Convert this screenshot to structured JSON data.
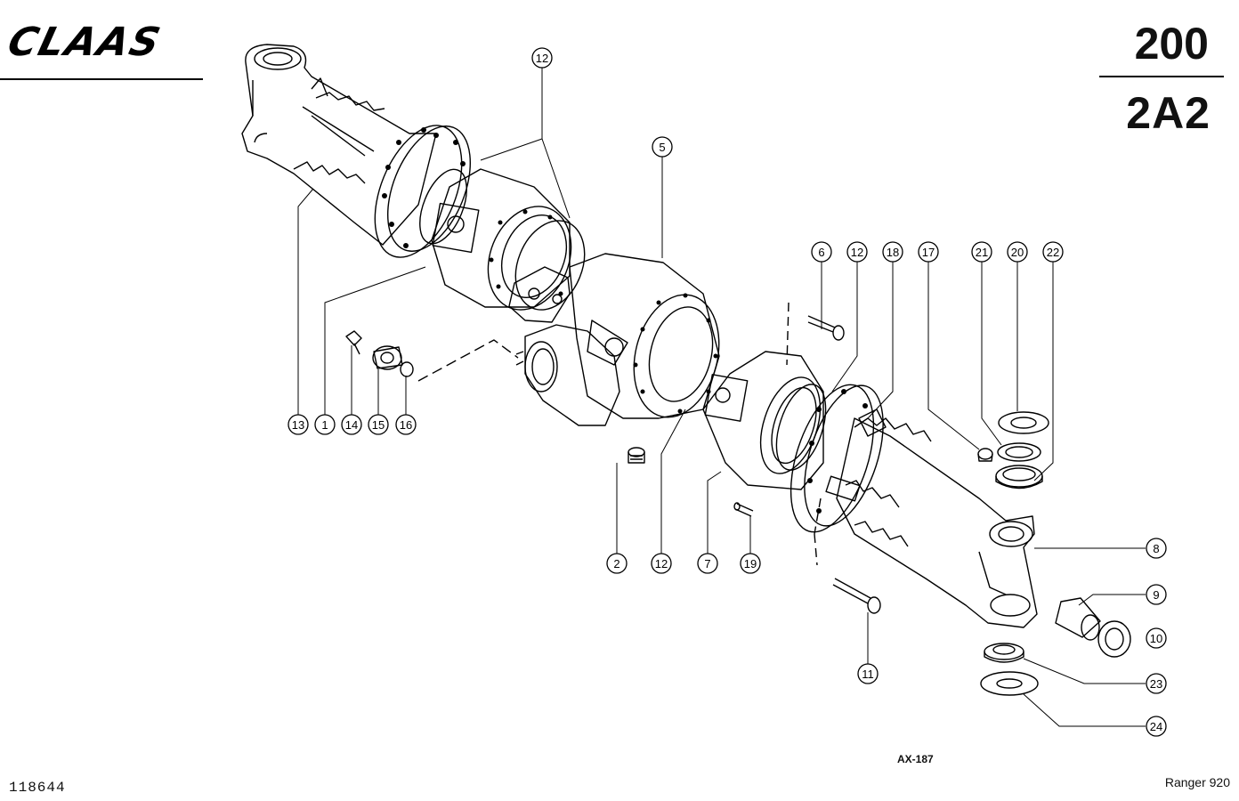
{
  "brand": {
    "logo_text": "CLAAS"
  },
  "header": {
    "section_number": "200",
    "section_code": "2A2"
  },
  "footer": {
    "document_number": "118644",
    "model": "Ranger 920",
    "drawing_ref": "AX-187"
  },
  "callouts": [
    {
      "label": "12"
    },
    {
      "label": "5"
    },
    {
      "label": "6"
    },
    {
      "label": "12"
    },
    {
      "label": "18"
    },
    {
      "label": "17"
    },
    {
      "label": "21"
    },
    {
      "label": "20"
    },
    {
      "label": "22"
    },
    {
      "label": "13"
    },
    {
      "label": "1"
    },
    {
      "label": "14"
    },
    {
      "label": "15"
    },
    {
      "label": "16"
    },
    {
      "label": "2"
    },
    {
      "label": "12"
    },
    {
      "label": "7"
    },
    {
      "label": "19"
    },
    {
      "label": "8"
    },
    {
      "label": "9"
    },
    {
      "label": "10"
    },
    {
      "label": "11"
    },
    {
      "label": "23"
    },
    {
      "label": "24"
    }
  ]
}
